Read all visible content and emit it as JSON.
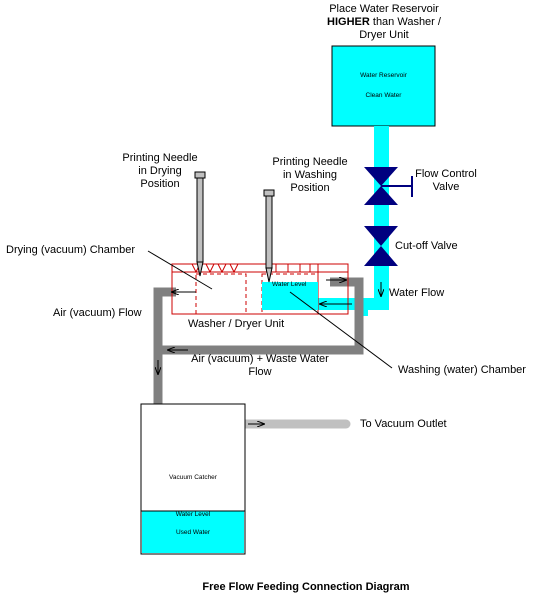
{
  "title": "Free Flow Feeding Connection Diagram",
  "reservoir": {
    "note_line1": "Place Water Reservoir",
    "note_bold": "HIGHER",
    "note_rest": " than Washer /",
    "note_line3": "Dryer Unit",
    "box_title": "Water Reservoir",
    "box_subtitle": "Clean Water"
  },
  "valves": {
    "flow_control_line1": "Flow Control",
    "flow_control_line2": "Valve",
    "cutoff": "Cut-off Valve"
  },
  "flows": {
    "water_flow": "Water Flow",
    "air_flow": "Air (vacuum) Flow",
    "combined_line1": "Air (vacuum) + Waste Water",
    "combined_line2": "Flow",
    "vacuum_outlet": "To Vacuum Outlet"
  },
  "needles": {
    "drying_line1": "Printing Needle",
    "drying_line2": "in Drying",
    "drying_line3": "Position",
    "washing_line1": "Printing Needle",
    "washing_line2": "in Washing",
    "washing_line3": "Position"
  },
  "unit": {
    "drying_chamber": "Drying (vacuum) Chamber",
    "washing_chamber": "Washing (water) Chamber",
    "unit_label": "Washer / Dryer Unit",
    "inner_water_level": "Water Level"
  },
  "catcher": {
    "title": "Vacuum Catcher",
    "water_level": "Water Level",
    "used_water": "Used Water"
  },
  "colors": {
    "water": "#00ffff",
    "valve": "#00007f",
    "pipe": "#808080",
    "pipe_light": "#c0c0c0",
    "unit_outline": "#cc0000"
  }
}
